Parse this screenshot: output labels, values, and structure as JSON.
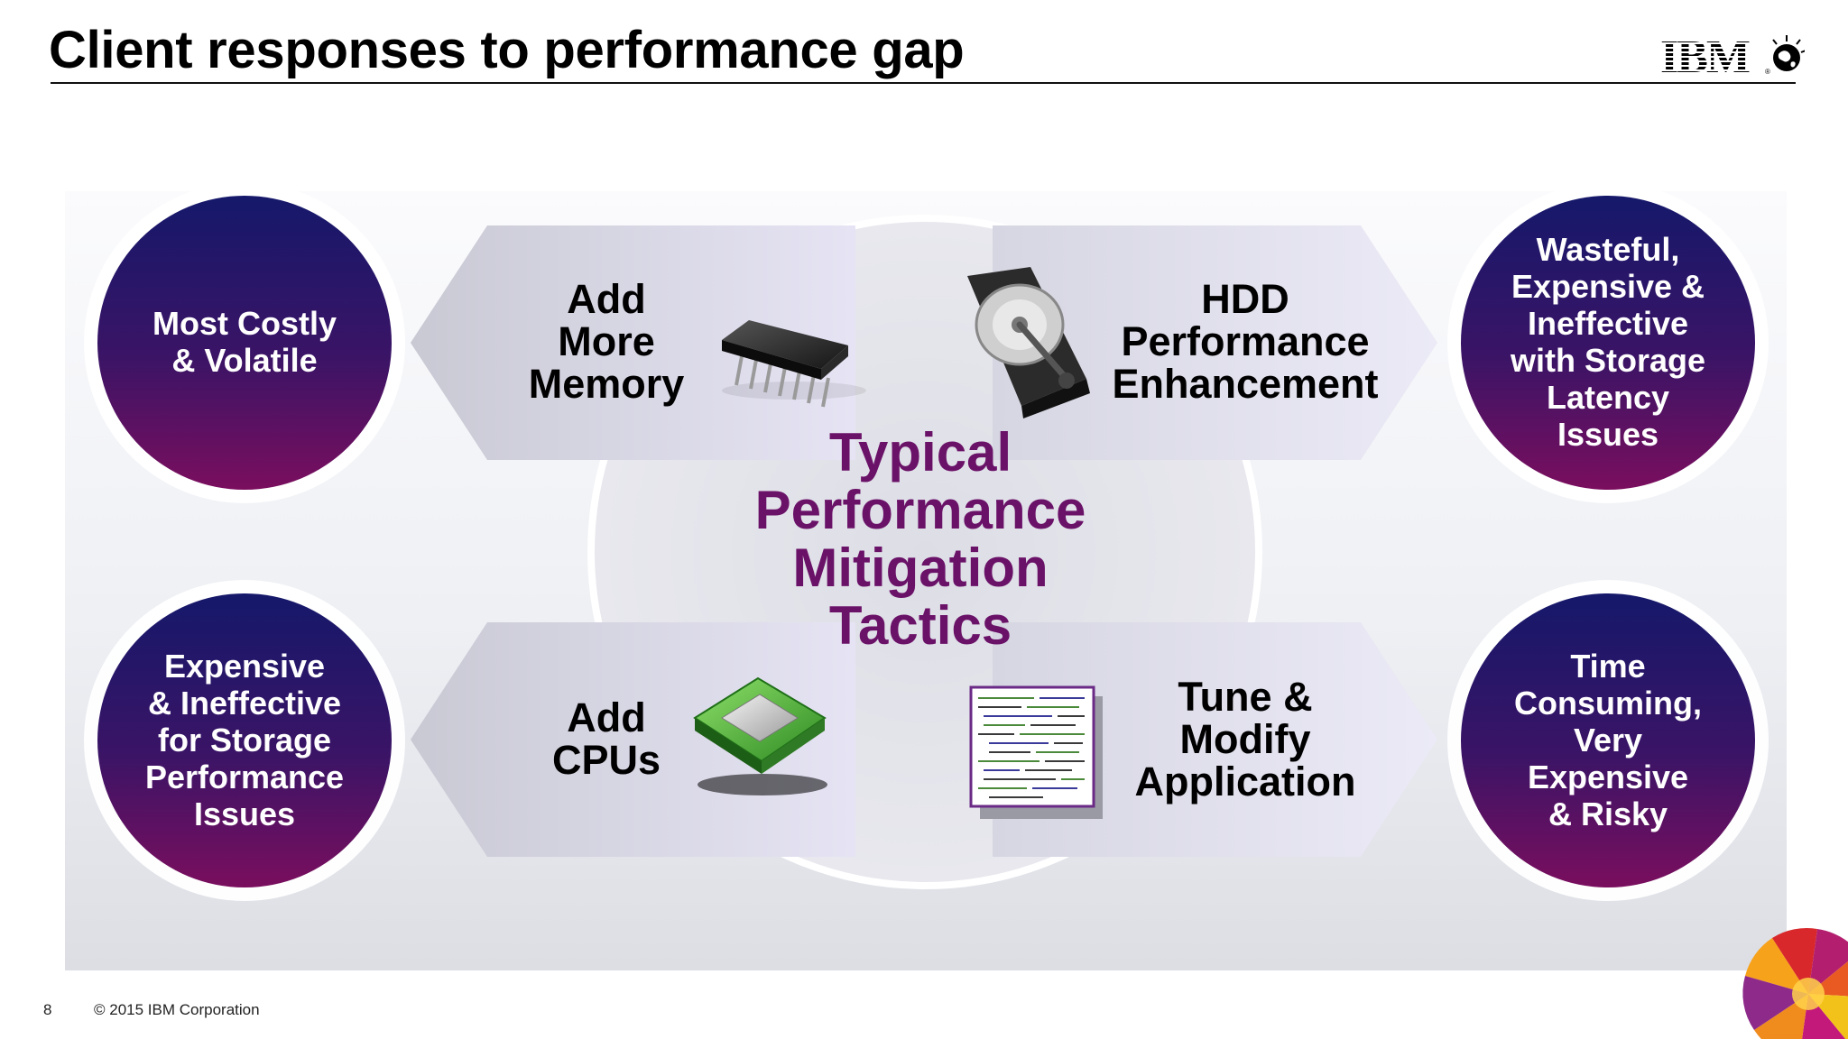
{
  "slide": {
    "title": "Client responses to performance gap",
    "brand": "IBM",
    "page_number": "8",
    "copyright": "© 2015 IBM Corporation"
  },
  "center_label": [
    "Typical",
    "Performance",
    "Mitigation",
    "Tactics"
  ],
  "tactics": [
    {
      "id": "memory",
      "label": [
        "Add",
        "More",
        "Memory"
      ],
      "icon": "memory-chip-icon"
    },
    {
      "id": "hdd",
      "label": [
        "HDD",
        "Performance",
        "Enhancement"
      ],
      "icon": "hard-drive-icon"
    },
    {
      "id": "cpus",
      "label": [
        "Add",
        "CPUs"
      ],
      "icon": "cpu-icon"
    },
    {
      "id": "tune",
      "label": [
        "Tune &",
        "Modify",
        "Application"
      ],
      "icon": "code-document-icon"
    }
  ],
  "outcomes": [
    {
      "id": "memory",
      "label": [
        "Most Costly",
        "& Volatile"
      ]
    },
    {
      "id": "hdd",
      "label": [
        "Wasteful,",
        "Expensive &",
        "Ineffective",
        "with Storage",
        "Latency",
        "Issues"
      ]
    },
    {
      "id": "cpus",
      "label": [
        "Expensive",
        "& Ineffective",
        "for Storage",
        "Performance",
        "Issues"
      ]
    },
    {
      "id": "tune",
      "label": [
        "Time",
        "Consuming,",
        "Very",
        "Expensive",
        "& Risky"
      ]
    }
  ],
  "colors": {
    "circle_top": "#15186a",
    "circle_bottom": "#7a0e5e",
    "center_text": "#6a1268",
    "hexagon": "#e2e2ee"
  }
}
